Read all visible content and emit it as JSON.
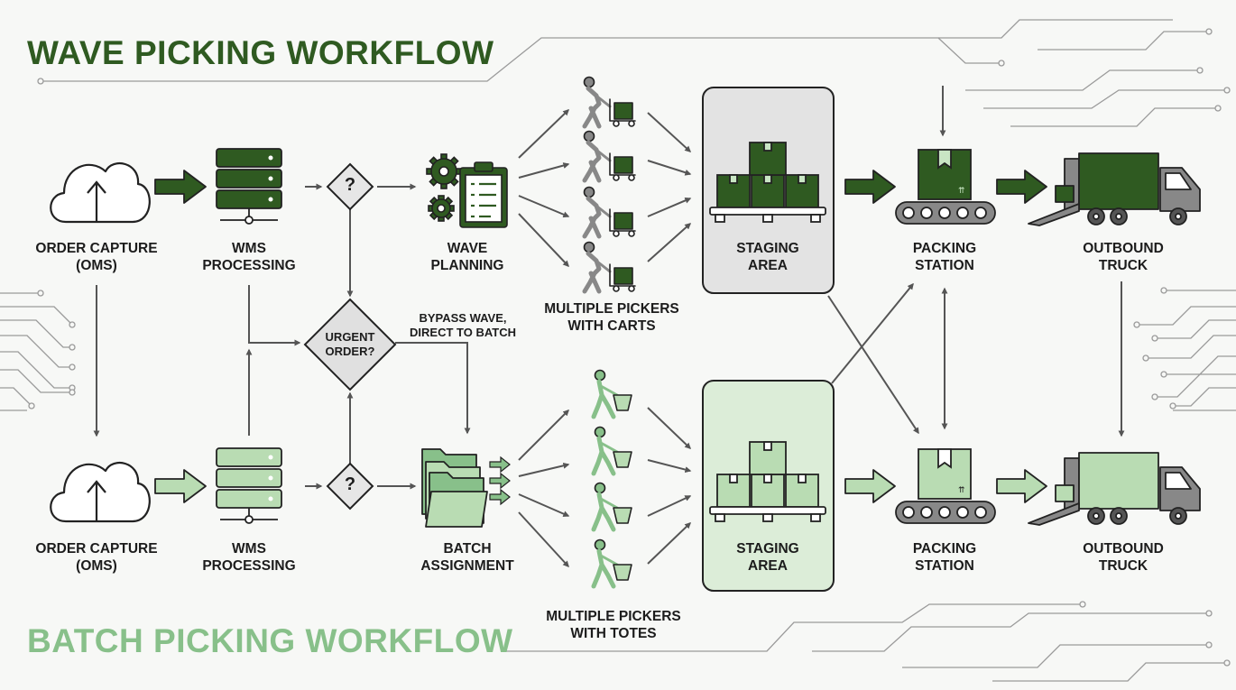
{
  "titles": {
    "wave": "WAVE PICKING WORKFLOW",
    "batch": "BATCH PICKING WORKFLOW"
  },
  "colors": {
    "wave": "#2f5a21",
    "batch": "#88c08a",
    "wave_light": "#c9e6c4",
    "batch_light": "#b9dcb3",
    "line": "#555555",
    "dark_line": "#222222"
  },
  "wave_row": {
    "order_capture": {
      "line1": "ORDER CAPTURE",
      "line2": "(OMS)"
    },
    "wms": {
      "line1": "WMS",
      "line2": "PROCESSING"
    },
    "decision": "?",
    "planning": {
      "line1": "WAVE",
      "line2": "PLANNING"
    },
    "pickers": {
      "line1": "MULTIPLE PICKERS",
      "line2": "WITH CARTS"
    },
    "staging": {
      "line1": "STAGING",
      "line2": "AREA"
    },
    "packing": {
      "line1": "PACKING",
      "line2": "STATION"
    },
    "truck": {
      "line1": "OUTBOUND",
      "line2": "TRUCK"
    }
  },
  "batch_row": {
    "order_capture": {
      "line1": "ORDER CAPTURE",
      "line2": "(OMS)"
    },
    "wms": {
      "line1": "WMS",
      "line2": "PROCESSING"
    },
    "decision": "?",
    "assignment": {
      "line1": "BATCH",
      "line2": "ASSIGNMENT"
    },
    "pickers": {
      "line1": "MULTIPLE PICKERS",
      "line2": "WITH TOTES"
    },
    "staging": {
      "line1": "STAGING",
      "line2": "AREA"
    },
    "packing": {
      "line1": "PACKING",
      "line2": "STATION"
    },
    "truck": {
      "line1": "OUTBOUND",
      "line2": "TRUCK"
    }
  },
  "urgent": {
    "label": "URGENT ORDER?",
    "note_line1": "BYPASS WAVE,",
    "note_line2": "DIRECT TO BATCH"
  },
  "icons": [
    "cloud-upload-icon",
    "server-rack-icon",
    "decision-diamond-icon",
    "gear-clipboard-icon",
    "picker-with-cart-icon",
    "picker-with-tote-icon",
    "pallet-boxes-icon",
    "conveyor-box-icon",
    "truck-icon",
    "folders-icon"
  ]
}
